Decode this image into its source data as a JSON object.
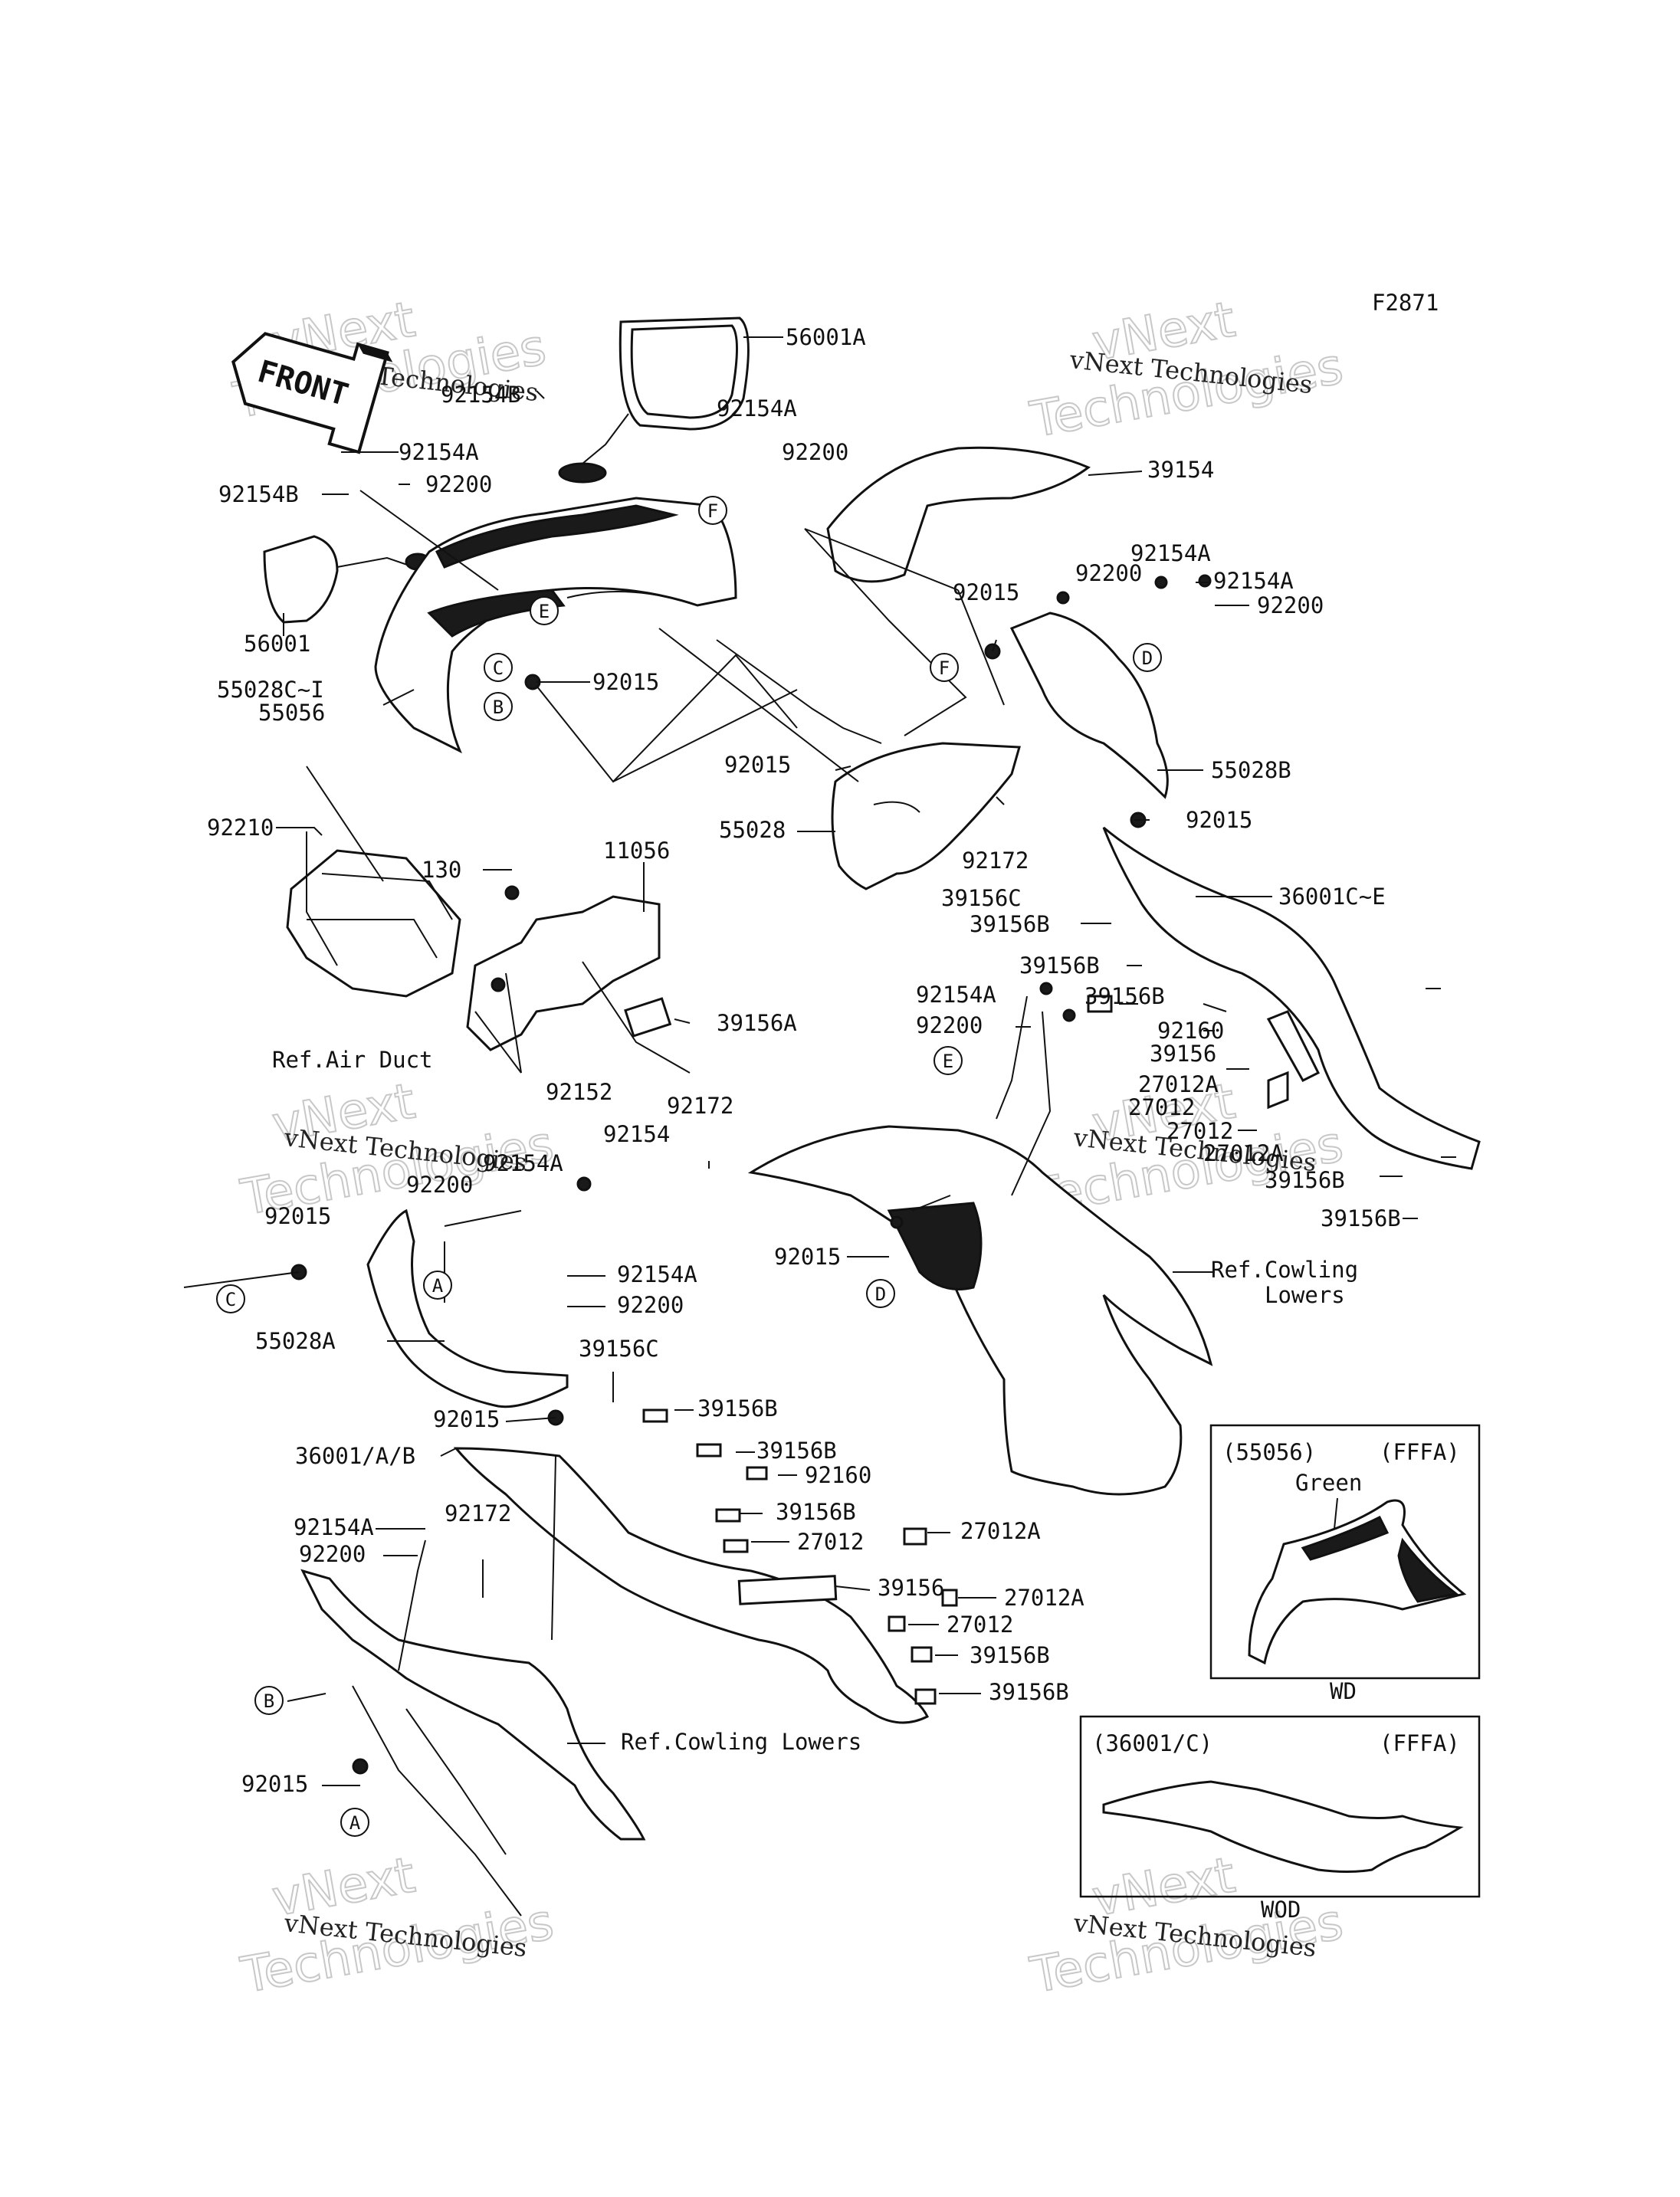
{
  "figure_code": "F2871",
  "front_label": "FRONT",
  "watermark": {
    "line1": "vNext Technologies",
    "line2a": "vNext",
    "line2b": "Technologies"
  },
  "part_labels": {
    "p56001A": "56001A",
    "p92154B_top": "92154B",
    "p92154A_top": "92154A",
    "p92154A_mid": "92154A",
    "p92200_mid": "92200",
    "p92154B_left": "92154B",
    "p92200_left": "92200",
    "p56001": "56001",
    "p55028CI": "55028C~I",
    "p55056": "55056",
    "p92015_a": "92015",
    "p92200_top": "92200",
    "p39154": "39154",
    "p92154A_r1": "92154A",
    "p92154A_r2": "92154A",
    "p92200_r1": "92200",
    "p92200_r2": "92200",
    "p92015_r": "92015",
    "p92015_b": "92015",
    "p55028": "55028",
    "p92172_a": "92172",
    "p55028B": "55028B",
    "p92015_c": "92015",
    "p92210": "92210",
    "p130": "130",
    "p11056": "11056",
    "p36001CE": "36001C~E",
    "p39156C_a": "39156C",
    "p39156B_a": "39156B",
    "p39156B_b": "39156B",
    "p39156B_c": "39156B",
    "p92160_a": "92160",
    "p92154A_c": "92154A",
    "p92200_c": "92200",
    "p39156A": "39156A",
    "p39156": "39156",
    "p27012A_a": "27012A",
    "p27012_a": "27012",
    "p27012_b": "27012",
    "p27012A_b": "27012A",
    "p39156B_d": "39156B",
    "p39156B_e": "39156B",
    "p_ref_air_duct": "Ref.Air Duct",
    "p92152": "92152",
    "p92154": "92154",
    "p92172_b": "92172",
    "p92154A_d": "92154A",
    "p92200_d": "92200",
    "p92015_d": "92015",
    "p92015_e": "92015",
    "p_ref_cowling_lowers_a": "Ref.Cowling",
    "p_ref_cowling_lowers_b": "Lowers",
    "p55028A": "55028A",
    "p92154A_e": "92154A",
    "p92200_e": "92200",
    "p39156C_b": "39156C",
    "p92015_f": "92015",
    "p39156B_f": "39156B",
    "p36001AB": "36001/A/B",
    "p39156B_g": "39156B",
    "p92160_b": "92160",
    "p92154A_f": "92154A",
    "p92172_c": "92172",
    "p39156B_h": "39156B",
    "p92200_f": "92200",
    "p27012_c": "27012",
    "p27012A_c": "27012A",
    "p39156_b": "39156",
    "p27012A_d": "27012A",
    "p27012_d": "27012",
    "p39156B_i": "39156B",
    "p39156B_j": "39156B",
    "p_ref_cowling_lowers_c": "Ref.Cowling Lowers",
    "p92015_g": "92015"
  },
  "callouts": {
    "A": "A",
    "B": "B",
    "C": "C",
    "D": "D",
    "E": "E",
    "F": "F"
  },
  "inset_wd": {
    "part": "(55056)",
    "code": "(FFFA)",
    "color": "Green",
    "caption": "WD"
  },
  "inset_wod": {
    "part": "(36001/C)",
    "code": "(FFFA)",
    "caption": "WOD"
  }
}
